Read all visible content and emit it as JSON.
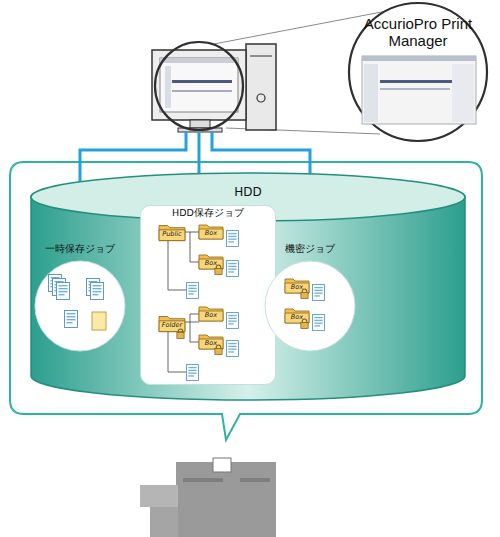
{
  "diagram": {
    "nodes": [
      {
        "text": [
          "AccurioPro Print Manager"
        ]
      },
      {
        "text": [
          "HDD"
        ]
      },
      {
        "text": [
          "一時保存ジョブ"
        ],
        "in": 1
      },
      {
        "text": [
          "HDD保存ジョブ"
        ],
        "in": 1
      },
      {
        "text": [
          "機密ジョブ"
        ],
        "in": 1
      }
    ],
    "labels": [
      "Public",
      "Box",
      "Box",
      "Folder",
      "Box",
      "Box",
      "Box",
      "Box"
    ]
  }
}
